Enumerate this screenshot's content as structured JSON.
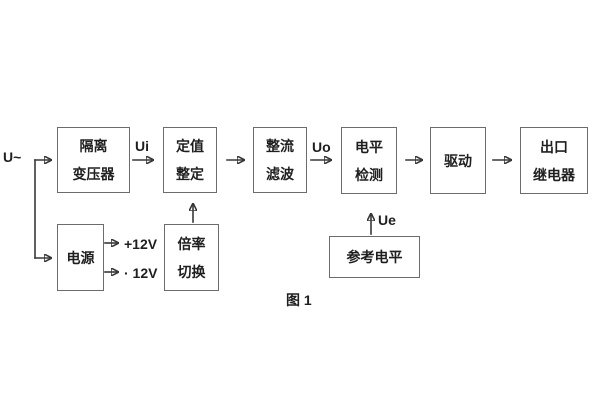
{
  "figure": {
    "caption": "图 1",
    "colors": {
      "background": "#ffffff",
      "box_border": "#6c6c6c",
      "line": "#383838",
      "text": "#1f1f1f"
    }
  },
  "signals": {
    "input": "U~",
    "ui": "Ui",
    "uo": "Uo",
    "ue": "Ue",
    "rail_pos": "+12V",
    "rail_neg": "· 12V"
  },
  "blocks": {
    "isolation_transformer": {
      "lines": [
        "隔离",
        "变压器"
      ]
    },
    "setpoint_setting": {
      "lines": [
        "定值",
        "整定"
      ]
    },
    "rectifier_filter": {
      "lines": [
        "整流",
        "滤波"
      ]
    },
    "level_detection": {
      "lines": [
        "电平",
        "检测"
      ]
    },
    "driver": {
      "lines": [
        "驱动"
      ]
    },
    "output_relay": {
      "lines": [
        "出口",
        "继电器"
      ]
    },
    "power_supply": {
      "lines": [
        "电源"
      ]
    },
    "ratio_switch": {
      "lines": [
        "倍率",
        "切换"
      ]
    },
    "reference_level": {
      "lines": [
        "参考电平"
      ]
    }
  }
}
